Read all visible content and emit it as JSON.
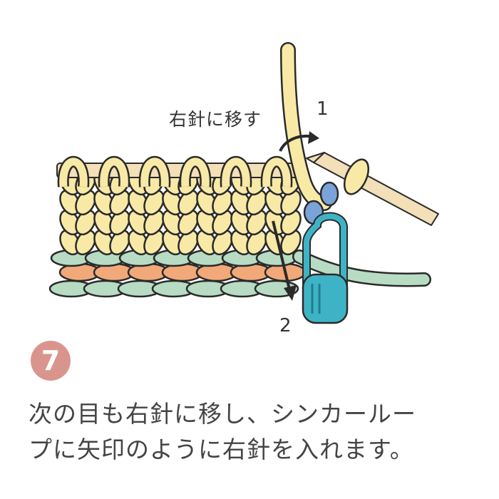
{
  "annotations": {
    "move_to_right_needle": "右針に移す",
    "arrow_1": "1",
    "arrow_2": "2"
  },
  "step": {
    "number": "7"
  },
  "instructions": {
    "line1": "次の目も右針に移し、シンカールー",
    "line2": "プに矢印のように右針を入れます。"
  },
  "colors": {
    "yarn_main": "#f8e9a6",
    "yarn_outline": "#2a2a2a",
    "yarn_peach": "#f2a979",
    "yarn_mint": "#b7dcc3",
    "marker_teal": "#3fb3c6",
    "loop_blue": "#7aa3d8",
    "needle": "#f3dfb8",
    "badge": "#d9958d"
  },
  "icons": [
    "stitch-marker-icon",
    "knitting-needle-icon"
  ]
}
